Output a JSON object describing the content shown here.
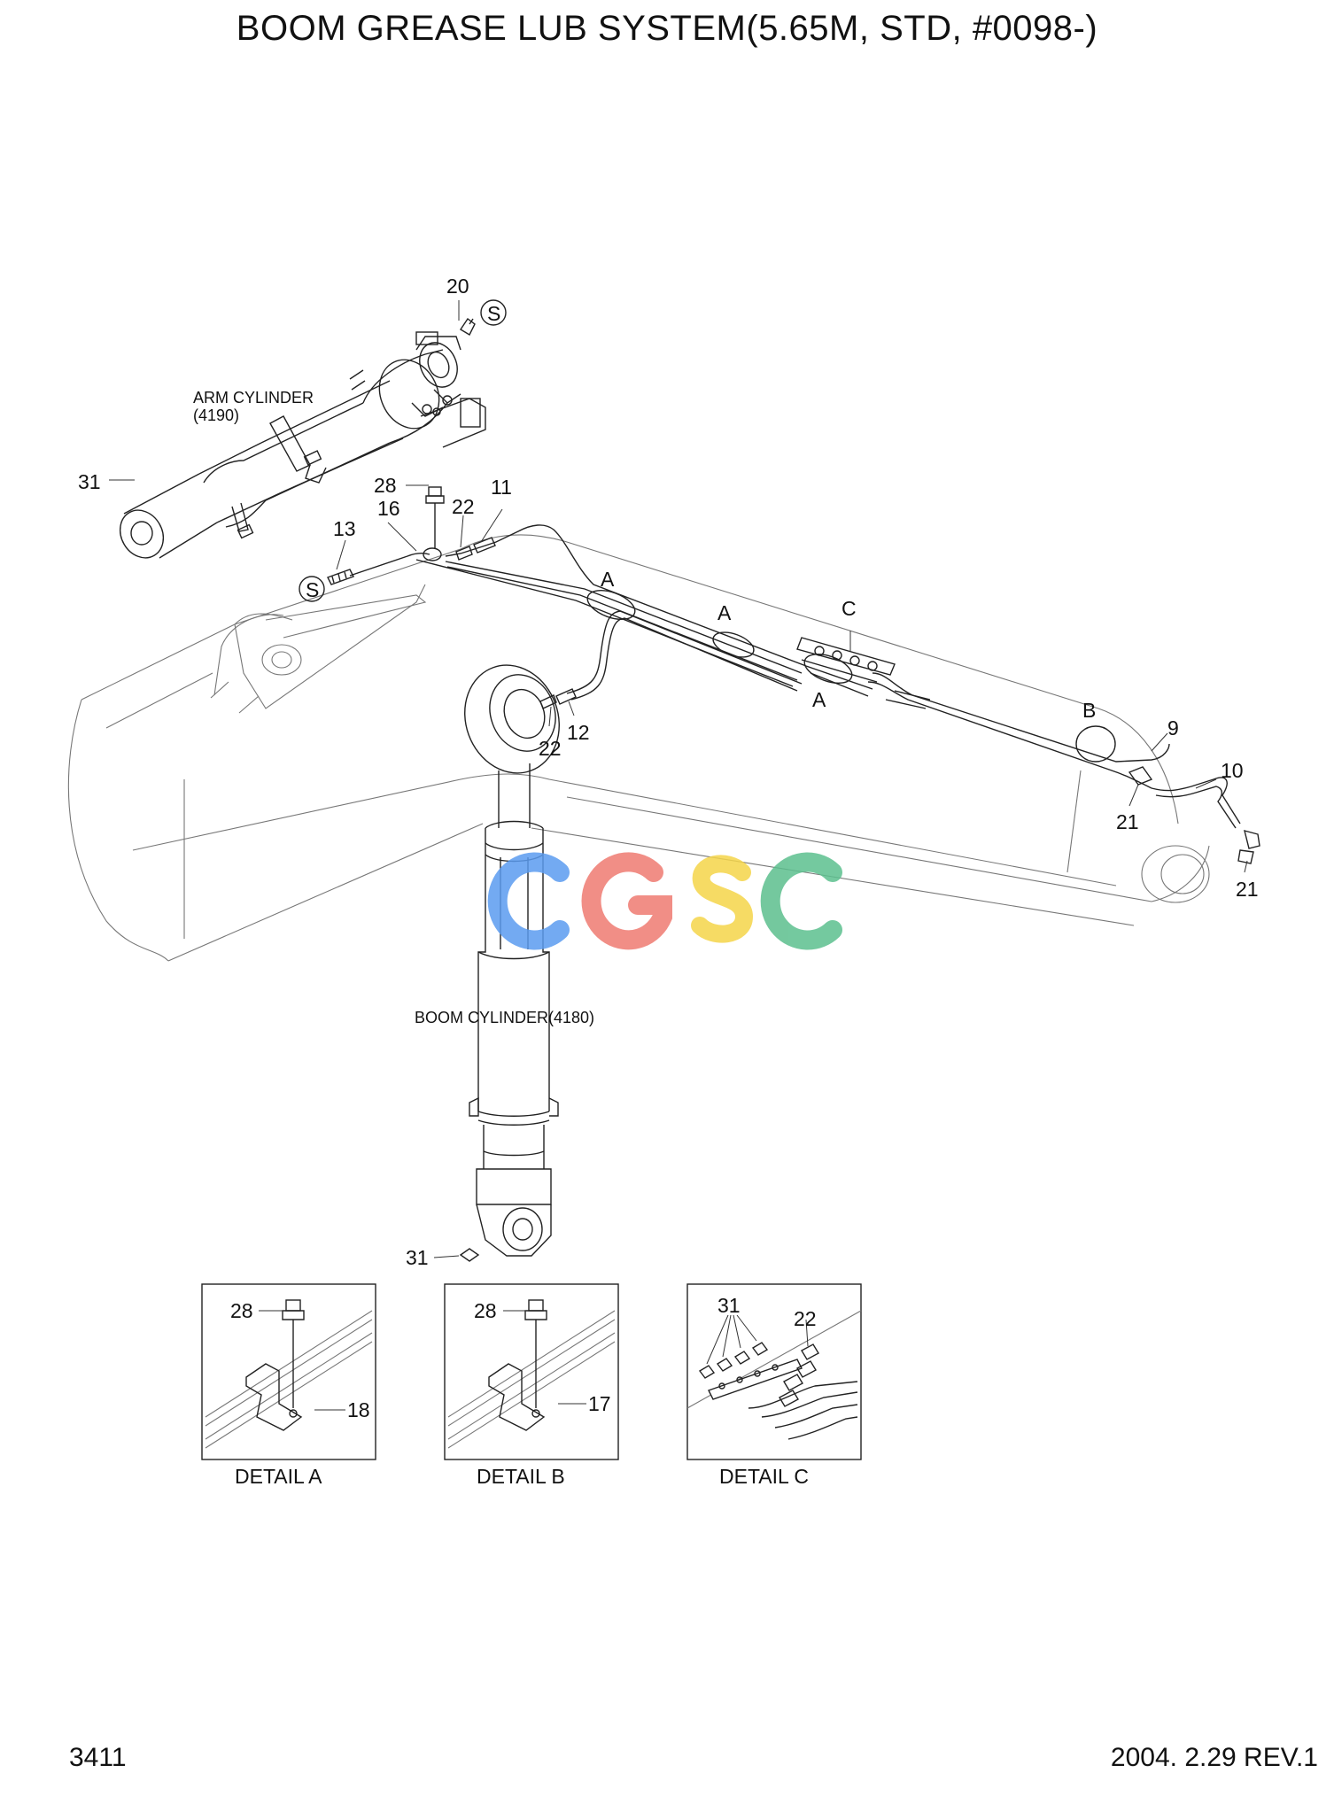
{
  "title": "BOOM GREASE LUB SYSTEM(5.65M, STD, #0098-)",
  "page_number": "3411",
  "revision": "2004. 2.29  REV.1",
  "watermark": {
    "text": "CGSC",
    "colors": [
      "#5b9cf0",
      "#ef7b72",
      "#f5d54a",
      "#5cbf8e"
    ]
  },
  "captions": {
    "arm_cylinder": "ARM CYLINDER",
    "arm_cylinder_no": "(4190)",
    "boom_cylinder": "BOOM CYLINDER(4180)"
  },
  "callouts": {
    "c20": "20",
    "s_top": "S",
    "c31_arm": "31",
    "c28": "28",
    "c16": "16",
    "c22_top": "22",
    "c11": "11",
    "c13": "13",
    "s_left": "S",
    "a1": "A",
    "a2": "A",
    "a3": "A",
    "c_mark": "C",
    "c22_mid": "22",
    "c12": "12",
    "b_mark": "B",
    "c9": "9",
    "c10": "10",
    "c21_a": "21",
    "c21_b": "21",
    "c31_boom": "31"
  },
  "details": [
    {
      "caption": "DETAIL  A",
      "bolt": "28",
      "clip": "18"
    },
    {
      "caption": "DETAIL  B",
      "bolt": "28",
      "clip": "17"
    },
    {
      "caption": "DETAIL  C",
      "nipple": "31",
      "hose": "22"
    }
  ]
}
